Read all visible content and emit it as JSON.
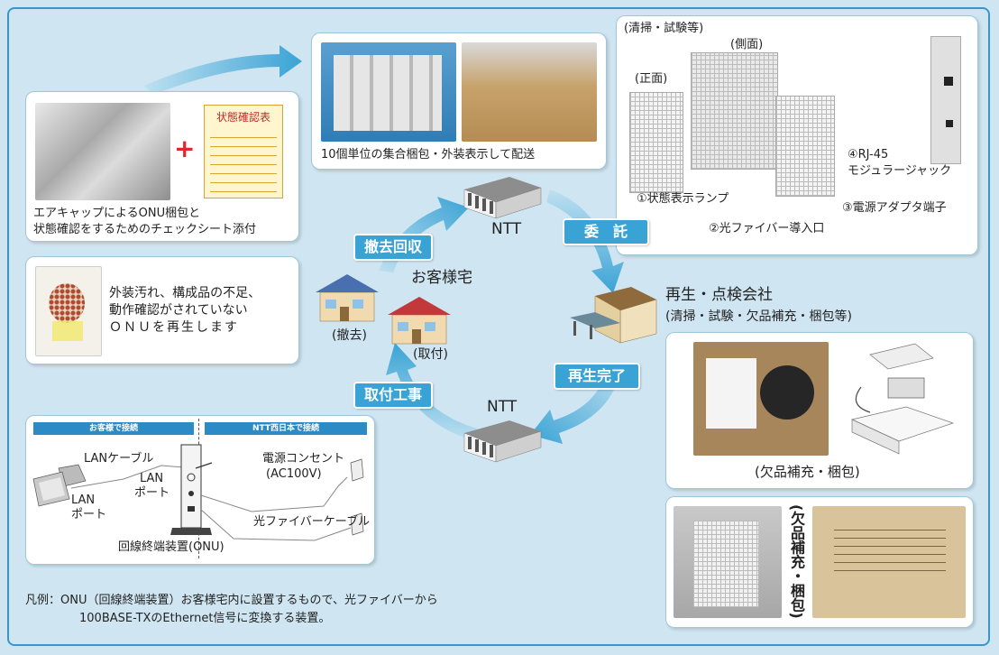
{
  "colors": {
    "background": "#cfe6f2",
    "accent": "#3aa3d5",
    "frame": "#3a96c8",
    "plus": "#e1272c"
  },
  "packing": {
    "checksheet_title": "状態確認表",
    "plus": "+",
    "caption_line1": "エアキャップによるONU梱包と",
    "caption_line2": "状態確認をするためのチェックシート添付"
  },
  "bulk": {
    "caption": "10個単位の集合梱包・外装表示して配送"
  },
  "device_views": {
    "header": "(清掃・試験等)",
    "side_label": "(側面)",
    "front_label": "(正面)",
    "callouts": [
      "①状態表示ランプ",
      "②光ファイバー導入口",
      "③電源アダプタ端子",
      "④RJ-45",
      "モジュラージャック"
    ]
  },
  "onu_panel": {
    "line1": "外装汚れ、構成品の不足、",
    "line2": "動作確認がされていない",
    "line3": "ＯＮＵを再生します"
  },
  "flow": {
    "ntt_top": "NTT",
    "ntt_bottom": "NTT",
    "customer": "お客様宅",
    "removed": "(撤去)",
    "installed": "(取付)",
    "recovery_label": "撤去回収",
    "consign_label": "委　託",
    "complete_label": "再生完了",
    "install_label": "取付工事"
  },
  "company": {
    "name": "再生・点検会社",
    "tasks": "(清掃・試験・欠品補充・梱包等)"
  },
  "refill": {
    "caption": "(欠品補充・梱包)",
    "vertical_caption": "(欠品補充・梱包)"
  },
  "connection": {
    "customer_header": "お客様で接続",
    "ntt_header": "NTT西日本で接続",
    "lan_cable": "LANケーブル",
    "lan_port_left_1": "LAN",
    "lan_port_left_2": "ポート",
    "lan_port_right_1": "LAN",
    "lan_port_right_2": "ポート",
    "outlet_1": "電源コンセント",
    "outlet_2": "(AC100V)",
    "fiber_cable": "光ファイバーケーブル",
    "onu_label": "回線終端装置(ONU)"
  },
  "legend": {
    "line1": "凡例：ONU（回線終端装置）お客様宅内に設置するもので、光ファイバーから",
    "line2": "100BASE-TXのEthernet信号に変換する装置。"
  }
}
